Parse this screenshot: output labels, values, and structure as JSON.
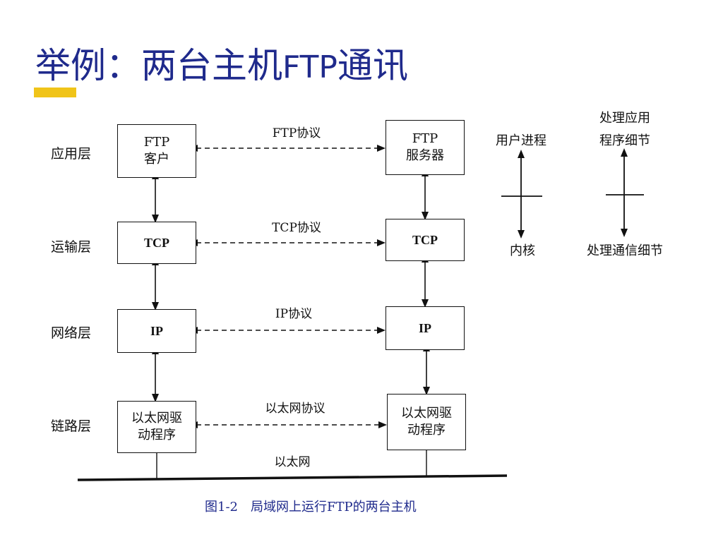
{
  "title": {
    "prefix": "举例：两台主机",
    "latin": "FTP",
    "suffix": "通讯"
  },
  "layers": [
    "应用层",
    "运输层",
    "网络层",
    "链路层"
  ],
  "left_boxes": [
    {
      "line1": "FTP",
      "line2": "客户"
    },
    {
      "line1": "TCP",
      "line2": ""
    },
    {
      "line1": "IP",
      "line2": ""
    },
    {
      "line1": "以太网驱",
      "line2": "动程序"
    }
  ],
  "right_boxes": [
    {
      "line1": "FTP",
      "line2": "服务器"
    },
    {
      "line1": "TCP",
      "line2": ""
    },
    {
      "line1": "IP",
      "line2": ""
    },
    {
      "line1": "以太网驱",
      "line2": "动程序"
    }
  ],
  "protocols": [
    "FTP协议",
    "TCP协议",
    "IP协议",
    "以太网协议"
  ],
  "ethernet_label": "以太网",
  "side_left": {
    "top": "用户进程",
    "bottom": "内核"
  },
  "side_right": {
    "top_line1": "处理应用",
    "top_line2": "程序细节",
    "bottom": "处理通信细节"
  },
  "caption": {
    "fig": "图1-2",
    "text": "局域网上运行FTP的两台主机"
  },
  "colors": {
    "title": "#1f2a8c",
    "accent_bar": "#f0c419",
    "caption": "#1f2a8c"
  }
}
